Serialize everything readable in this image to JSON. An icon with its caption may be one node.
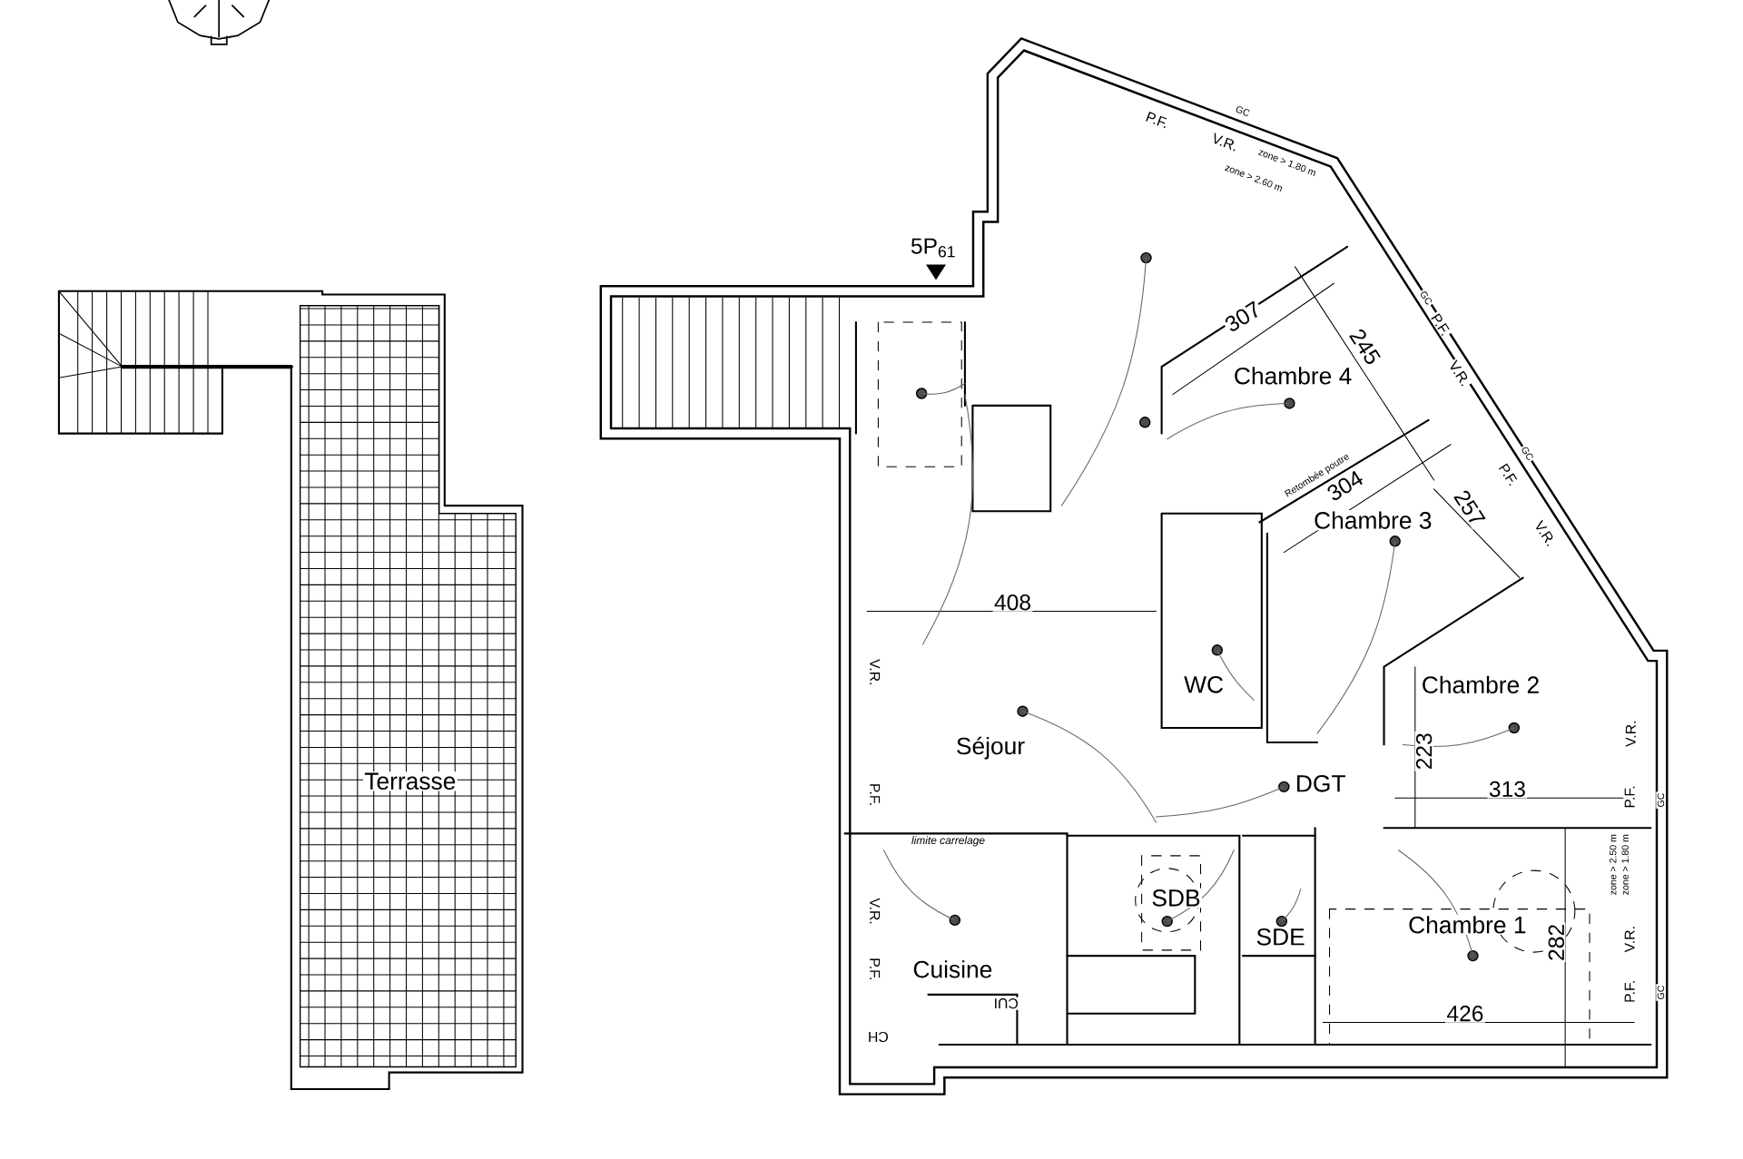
{
  "diagram": {
    "labels": [
      "5P$_{61}$",
      "P.F.",
      "V.R.",
      "GC",
      "zone > 2.60 m",
      "zone > 1.80 m",
      "307",
      "245",
      "Chambre 4",
      "P.F.",
      "V.R.",
      "GC",
      "Retombée poutre",
      "304",
      "P.F.",
      "V.R.",
      "GC",
      "Chambre 3",
      "257",
      "408",
      "V.R.",
      "WC",
      "Chambre 2",
      "V.R.",
      "Séjour",
      "Terrasse",
      "223",
      "DGT",
      "313",
      "P.F.",
      "P.F.",
      "GC",
      "limite carrelage",
      "zone > 2.50 m",
      "zone > 1.80 m",
      "SDB",
      "V.R.",
      "Chambre 1",
      "V.R.",
      "SDE",
      "282",
      "Cuisine",
      "P.F.",
      "P.F.",
      "GC",
      "426",
      "CH",
      "CUI"
    ]
  }
}
